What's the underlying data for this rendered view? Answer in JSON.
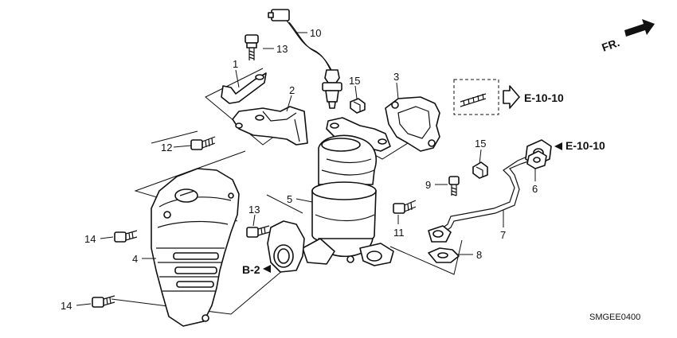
{
  "diagram": {
    "direction_label": "FR.",
    "diagram_code": "SMGEE0400",
    "references": {
      "ref_b2": "B-2",
      "ref_e1010_top": "E-10-10",
      "ref_e1010_pipe": "E-10-10"
    },
    "callouts": {
      "c1": "1",
      "c2": "2",
      "c3": "3",
      "c4": "4",
      "c5": "5",
      "c6": "6",
      "c7": "7",
      "c8": "8",
      "c9": "9",
      "c10": "10",
      "c11": "11",
      "c12": "12",
      "c13a": "13",
      "c13b": "13",
      "c14a": "14",
      "c14b": "14",
      "c15a": "15",
      "c15b": "15"
    }
  }
}
